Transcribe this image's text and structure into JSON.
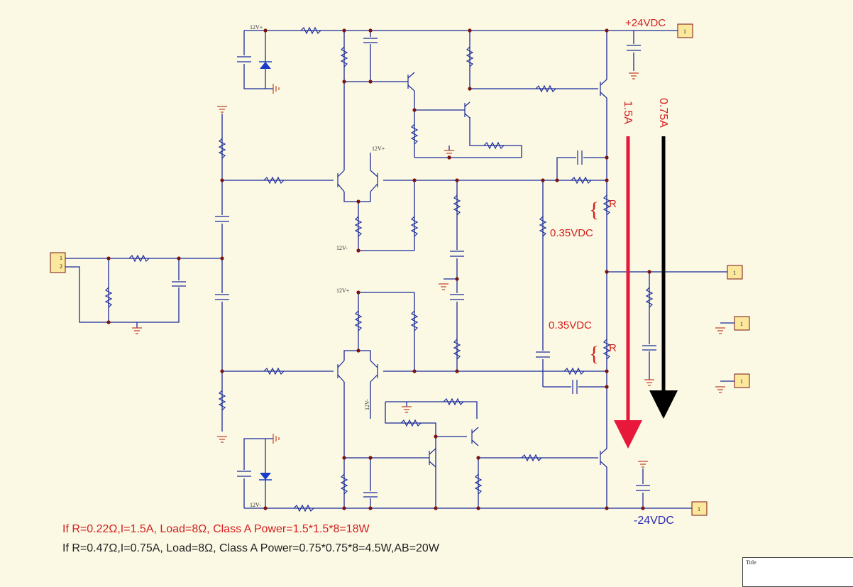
{
  "rails": {
    "positive": "+24VDC",
    "negative": "-24VDC"
  },
  "supply_labels": {
    "p1": "12V+",
    "p2": "12V+",
    "p3": "12V+",
    "n1": "12V-",
    "n2": "12V-",
    "n3": "12V-"
  },
  "currents": {
    "red": "1.5A",
    "black": "0.75A"
  },
  "voltages": {
    "upper": "0.35VDC",
    "lower": "0.35VDC"
  },
  "resistor_labels": {
    "upper": "R",
    "lower": "R"
  },
  "ports": {
    "input_pin1": "1",
    "input_pin2": "2",
    "vplus": "1",
    "output": "1",
    "gnd1": "1",
    "gnd2": "1",
    "vminus": "1"
  },
  "notes": {
    "line1": "If R=0.22Ω,I=1.5A, Load=8Ω, Class A Power=1.5*1.5*8=18W",
    "line2": "If R=0.47Ω,I=0.75A, Load=8Ω, Class A Power=0.75*0.75*8=4.5W,AB=20W"
  },
  "title_block": {
    "label": "Title"
  },
  "colors": {
    "wire": "#1b2a9a",
    "junction": "#7a1414",
    "annotation_red": "#d41e1e",
    "annotation_blue": "#2b2bb0",
    "background": "#fbf9e4"
  }
}
